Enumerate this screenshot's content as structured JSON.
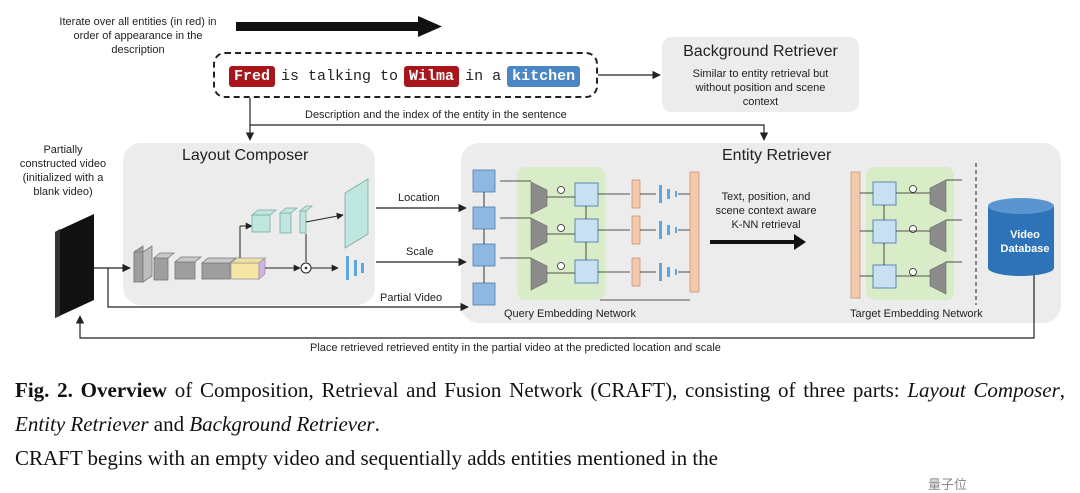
{
  "figure": {
    "iterate_note": "Iterate over all entities (in red) in order of appearance in the description",
    "sentence": {
      "tokens": [
        {
          "text": "Fred",
          "kind": "entity"
        },
        {
          "text": "is talking to",
          "kind": "plain"
        },
        {
          "text": "Wilma",
          "kind": "entity"
        },
        {
          "text": "in a",
          "kind": "plain"
        },
        {
          "text": "kitchen",
          "kind": "background"
        }
      ]
    },
    "background_retriever": {
      "title": "Background Retriever",
      "description": "Similar to entity retrieval but without position and scene context"
    },
    "description_index_label": "Description and the index of the entity in the sentence",
    "partial_video_label": "Partially constructed video (initialized with a blank video)",
    "layout_composer": {
      "title": "Layout Composer"
    },
    "outputs": {
      "location": "Location",
      "scale": "Scale",
      "partial_video": "Partial Video"
    },
    "entity_retriever": {
      "title": "Entity Retriever",
      "knn_text": "Text, position, and scene context aware K-NN retrieval",
      "query_network": "Query Embedding Network",
      "target_network": "Target Embedding Network",
      "database": "Video Database"
    },
    "feedback_label": "Place retrieved retrieved entity in the partial video at the predicted location and scale",
    "colors": {
      "entity_red": "#a8161c",
      "background_blue": "#4b87c5",
      "panel_gray": "#ececec",
      "embed_green": "#d8ecc8",
      "cell_blue": "#c9dff2",
      "teal": "#bfe6df",
      "salmon": "#f4c9ad",
      "db_blue": "#2e72b8"
    }
  },
  "caption": {
    "fig_label": "Fig. 2.",
    "overview": "Overview",
    "line1_rest": " of Composition, Retrieval and Fusion Network (CRAFT), consisting of three parts: ",
    "part1": "Layout Composer",
    "sep1": ", ",
    "part2": "Entity Retriever",
    "sep2": " and ",
    "part3": "Background Retriever",
    "line2_end": ".",
    "line3": "CRAFT begins with an empty video and sequentially adds entities mentioned in the"
  },
  "watermark": "量子位"
}
